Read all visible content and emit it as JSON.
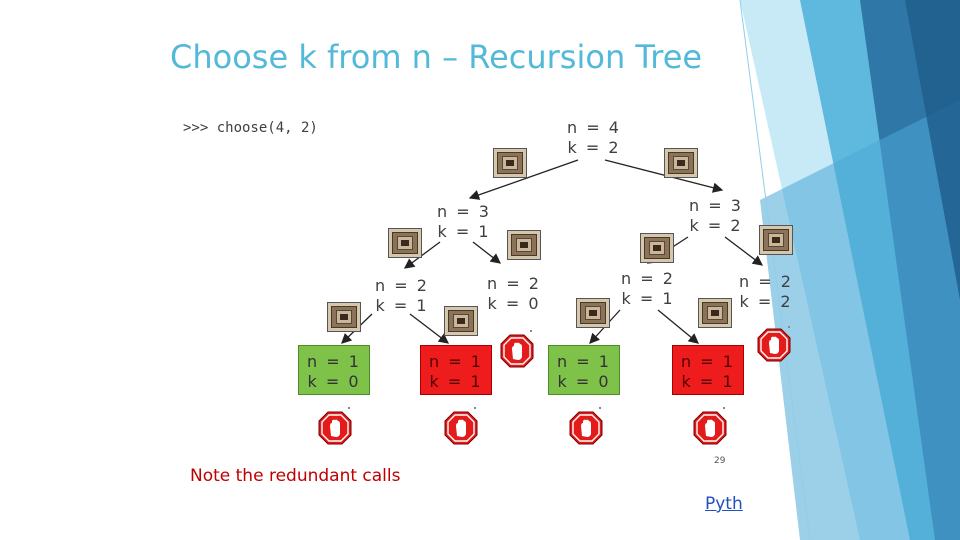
{
  "title": "Choose k from n – Recursion Tree",
  "call": ">>> choose(4, 2)",
  "note": "Note the redundant calls",
  "page_number": "29",
  "footer_link": "Pyth",
  "colors": {
    "title": "#52b9d8",
    "base_green": "#7fc24a",
    "base_red": "#ee1c1c",
    "note": "#c00000",
    "link": "#1f4fc0"
  },
  "nodes": [
    {
      "id": "n4k2",
      "n": "n = 4",
      "k": "k = 2",
      "style": "plain"
    },
    {
      "id": "n3k1",
      "n": "n = 3",
      "k": "k = 1",
      "style": "plain"
    },
    {
      "id": "n3k2",
      "n": "n = 3",
      "k": "k = 2",
      "style": "plain"
    },
    {
      "id": "n2k1a",
      "n": "n = 2",
      "k": "k = 1",
      "style": "plain"
    },
    {
      "id": "n2k0",
      "n": "n = 2",
      "k": "k = 0",
      "style": "plain"
    },
    {
      "id": "n2k1b",
      "n": "n = 2",
      "k": "k = 1",
      "style": "plain"
    },
    {
      "id": "n2k2",
      "n": "n = 2",
      "k": "k = 2",
      "style": "plain"
    },
    {
      "id": "n1k0a",
      "n": "n = 1",
      "k": "k = 0",
      "style": "green"
    },
    {
      "id": "n1k1a",
      "n": "n = 1",
      "k": "k = 1",
      "style": "red"
    },
    {
      "id": "n1k0b",
      "n": "n = 1",
      "k": "k = 0",
      "style": "green"
    },
    {
      "id": "n1k1b",
      "n": "n = 1",
      "k": "k = 1",
      "style": "red"
    }
  ],
  "icons": {
    "recursive_call": "nested-frame-icon",
    "base_case": "stop-hand-icon"
  }
}
